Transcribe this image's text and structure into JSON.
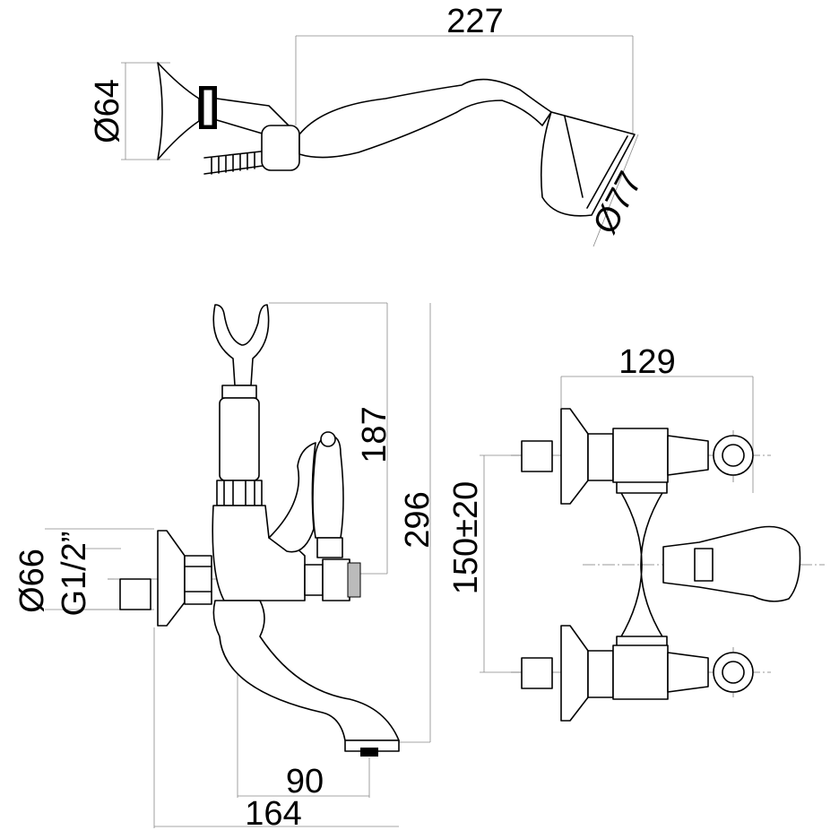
{
  "title": "Bath mixer technical drawing",
  "dimensions": {
    "hand_shower_length": "227",
    "wall_bracket_diameter": "Ø64",
    "shower_head_diameter": "Ø77",
    "holder_height": "187",
    "total_height": "296",
    "center_distance": "150±20",
    "width": "129",
    "flange_diameter": "Ø66",
    "thread": "G1/2”",
    "spout_reach": "90",
    "total_depth": "164"
  }
}
